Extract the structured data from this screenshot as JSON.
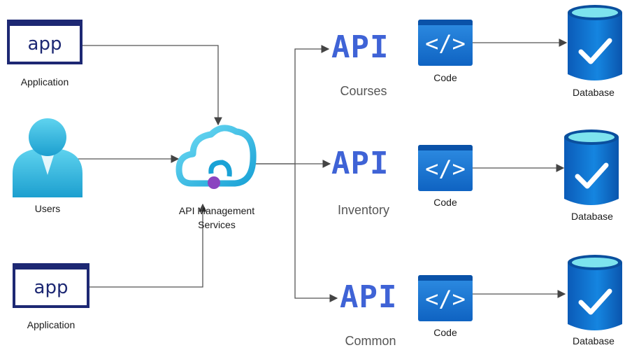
{
  "clients": {
    "app_top": {
      "icon_text": "app",
      "label": "Application"
    },
    "users": {
      "label": "Users"
    },
    "app_bottom": {
      "icon_text": "app",
      "label": "Application"
    }
  },
  "gateway": {
    "label_line1": "API Management",
    "label_line2": "Services"
  },
  "services": [
    {
      "api_text": "API",
      "name": "Courses",
      "code_label": "Code",
      "code_glyph": "</>",
      "db_label": "Database"
    },
    {
      "api_text": "API",
      "name": "Inventory",
      "code_label": "Code",
      "code_glyph": "</>",
      "db_label": "Database"
    },
    {
      "api_text": "API",
      "name": "Common",
      "code_label": "Code",
      "code_glyph": "</>",
      "db_label": "Database"
    }
  ],
  "colors": {
    "app_frame": "#1d2873",
    "api_text": "#3f63d6",
    "code_block": "#1a76d2",
    "database": "#0b6bd0",
    "database_top": "#7de3ee",
    "cloud": "#42c9e8",
    "user": "#33bfe0",
    "connector": "#555555"
  },
  "icons": [
    "app-window-icon",
    "user-icon",
    "cloud-gateway-icon",
    "api-text-icon",
    "code-icon",
    "database-icon",
    "checkmark-icon"
  ]
}
